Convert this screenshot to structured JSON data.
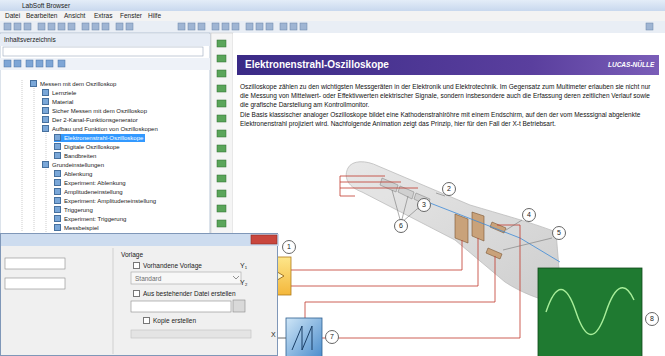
{
  "diagram": {
    "title": "Elektronenstrahl-Oszilloskope",
    "nodes": [
      {
        "text": [
          "LabSoft Browser"
        ]
      },
      {
        "text": [
          "Inhaltsverzeichnis"
        ]
      },
      {
        "text": [
          "Vorlage",
          "Vorhandene Vorlage",
          "Standard",
          "Aus bestehender Datei erstellen",
          "Kopie erstellen"
        ]
      }
    ],
    "labels": [
      "Datei",
      "Bearbeiten",
      "Ansicht",
      "Extras",
      "Fenster",
      "Hilfe",
      "Messen mit dem Oszilloskop",
      "Lernziele",
      "Material",
      "Sicher Messen mit dem Oszilloskop",
      "Der 2-Kanal-Funktionsgenerator",
      "Aufbau und Funktion von Oszilloskopen",
      "Elektronenstrahl-Oszilloskope",
      "Digitale Oszilloskope",
      "Bandbreiten",
      "Grundeinstellungen",
      "Ablenkung",
      "Experiment: Ablenkung",
      "Amplitudeneinstellung",
      "Experiment: Amplitudeneinstellung",
      "Triggerung",
      "Experiment: Triggerung",
      "Messbeispiel",
      "Oszilloskope zählen zu den wichtigsten Messgeräten in der Elektronik und Elektrotechnik. Im Gegensatz zum Multimeter erlauben sie nicht nur die Messung von Mittelwert- oder Effektivwerten elektrischer Signale, sondern insbesondere auch die Erfassung deren zeitlichen Verlauf sowie die grafische Darstellung am Kontrollmonitor.",
      "Die Basis klassischer analoger Oszilloskope bildet eine Kathodenstrahlröhre mit einem Endschirm, auf den der vom Messsignal abgelenkte Elektronenstrahl projiziert wird. Nachfolgende Animation zeigt das Prinzip, hier für den Fall der X-t Betriebsart.",
      "LUCAS-NÜLLE",
      "1",
      "2",
      "3",
      "4",
      "5",
      "6",
      "7",
      "8",
      "Y₁",
      "Y₂",
      "X"
    ]
  }
}
